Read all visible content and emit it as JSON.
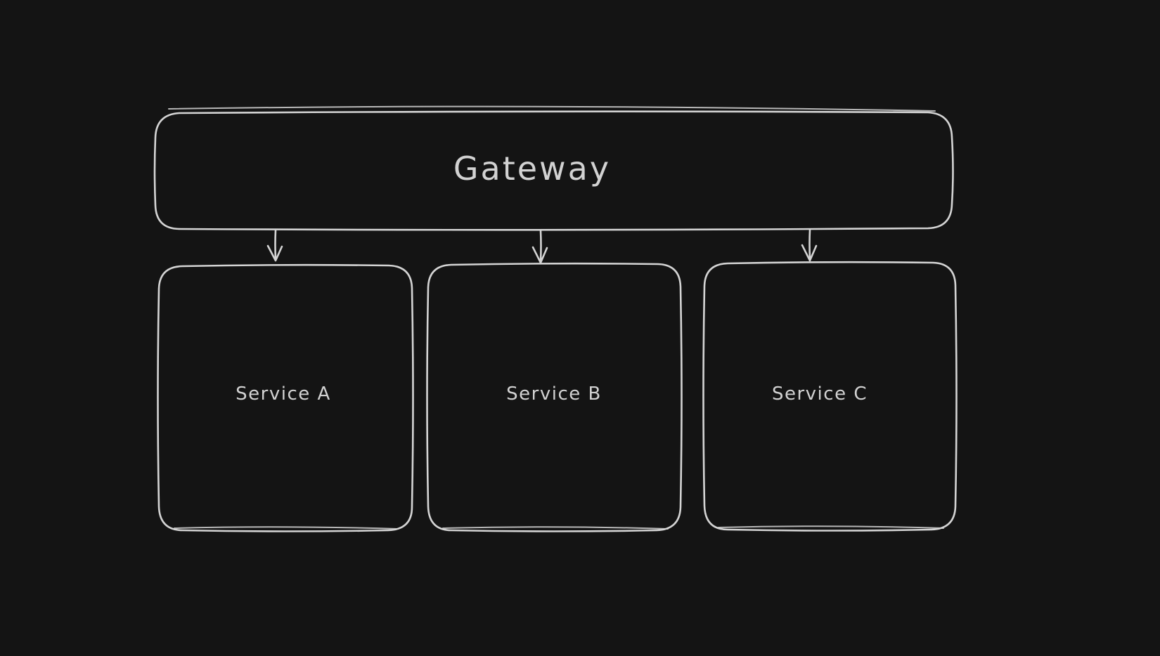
{
  "colors": {
    "background": "#141414",
    "stroke": "#d4d4d4",
    "text": "#d2d2d2"
  },
  "nodes": {
    "gateway": {
      "label": "Gateway"
    },
    "service_a": {
      "label": "Service A"
    },
    "service_b": {
      "label": "Service B"
    },
    "service_c": {
      "label": "Service C"
    }
  },
  "edges": [
    {
      "from": "Gateway",
      "to": "Service A",
      "type": "arrow"
    },
    {
      "from": "Gateway",
      "to": "Service B",
      "type": "arrow"
    },
    {
      "from": "Gateway",
      "to": "Service C",
      "type": "arrow"
    }
  ]
}
